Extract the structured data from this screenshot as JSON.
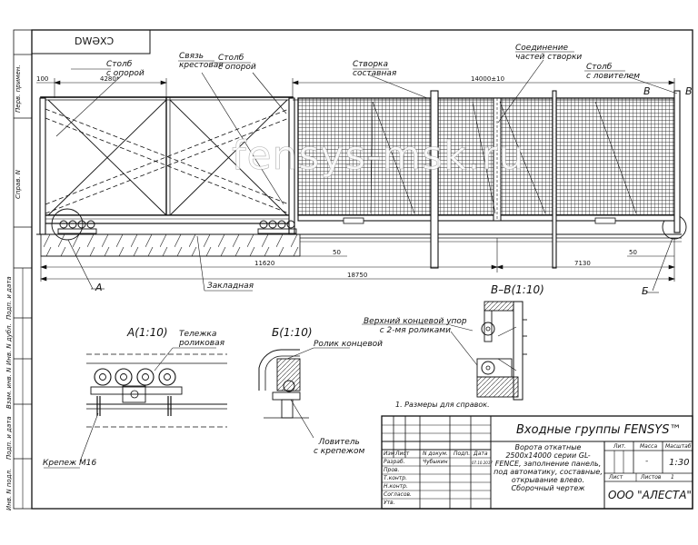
{
  "drawing_code": "DWƏXƆ",
  "side_stamps": {
    "perv_primen": "Перв. примен.",
    "sprav_no": "Справ. N",
    "podp_data_1": "Подп. и дата",
    "inv_dubl": "Инв. N дубл.",
    "vzam_inv": "Взам. инв. N",
    "podp_data_2": "Подп. и дата",
    "inv_podl": "Инв. N подл."
  },
  "callouts": {
    "stolb_s_oporoi_left": "Столб\nс опорой",
    "svyaz_krestovaya": "Связь\nкрестовая",
    "stolb_s_oporoi_mid": "Столб\nс опорой",
    "stvorka_sostavnaya": "Створка\nсоставная",
    "soedinenie_chastei": "Соединение\nчастей створки",
    "stolb_s_lovitelem": "Столб\nс ловителем",
    "zakladnaya": "Закладная",
    "verhnii_upor": "Верхний концевой упор\nс 2-мя роликами",
    "telezhka": "Тележка\nроликовая",
    "rolik_koncevoi": "Ролик концевой",
    "krepezh": "Крепеж М16",
    "lovitel": "Ловитель\nс крепежом"
  },
  "markers": {
    "a": "А",
    "b": "Б",
    "v": "В"
  },
  "dimensions": {
    "d100": "100",
    "d4280": "4280*",
    "d14000": "14000±10",
    "d50_left": "50",
    "d50_right": "50",
    "d11620": "11620",
    "d7130": "7130",
    "d18750": "18750"
  },
  "views": {
    "section_vv": "В–В(1:10)",
    "detail_a": "А(1:10)",
    "detail_b": "Б(1:10)"
  },
  "note": "1. Размеры для справок.",
  "watermark": "fensys-msk.ru",
  "title_block": {
    "company_heading": "Входные группы FENSYS™",
    "description": "Ворота откатные 2500х14000 серии GL-FENCE, заполнение панель, под автоматику, составные, открывание влево. Сборочный чертеж",
    "organization": "ООО \"АЛЕСТА\"",
    "col_izm": "Изм",
    "col_list": "Лист",
    "col_ndokum": "N докум.",
    "col_podp": "Подп.",
    "col_data": "Дата",
    "row_razrab": "Разраб.",
    "row_prov": "Пров.",
    "row_tkontr": "Т.контр.",
    "row_nkontr": "Н.контр.",
    "row_soglasov": "Согласов.",
    "row_utv": "Утв.",
    "razrab_name": "Чубыкин",
    "razrab_date": "07.10.2017",
    "lit_label": "Лит.",
    "massa_label": "Масса",
    "masshtab_label": "Масштаб",
    "massa_value": "-",
    "masshtab_value": "1:30",
    "list_label": "Лист",
    "listov_label": "Листов",
    "listov_value": "1"
  }
}
